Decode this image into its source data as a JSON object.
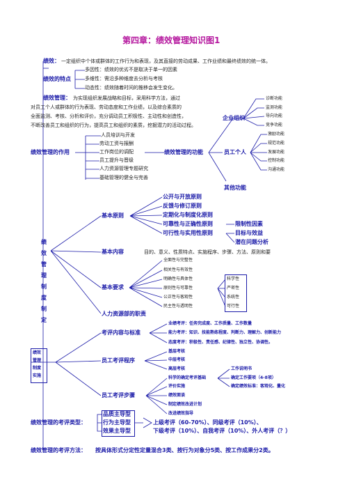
{
  "doc": {
    "title": "第四章：绩效管理知识图1",
    "definition": {
      "label": "绩效：",
      "text": "一定组织中个体或群体的工作行为和表现，及其直接的劳动成果、工作业绩和最终绩效的统一体。"
    },
    "features": {
      "label": "绩效的特点",
      "items": [
        "多因性：绩效的优劣不是取决于单一的因素",
        "多维性：需沿多种维度去分析与考核",
        "动态性：绩效随着时间的推移会发生变化。"
      ]
    },
    "management": {
      "label": "绩效管理：",
      "lines": [
        "为实现组织发展战略和目标，采用科学方法，通过",
        "对员工个人或群体的行为表现、劳动态度和工作业绩，以及综合素质的",
        "全面监测、考核、分析和评价，充分调动员工积极性、主动性和创造性，",
        "不断改善员工和组织的行为，提高员工和组织的素质，挖掘潜力的活动过程。"
      ]
    },
    "functions": {
      "enterprise_label": "企业组织",
      "enterprise_items": [
        "诊断功能",
        "监测功能",
        "导向功能",
        "竞争功能"
      ],
      "personal_label": "员工个人",
      "personal_items": [
        "激励功能",
        "规范功能",
        "发展功能",
        "控制功能",
        "沟通功能"
      ],
      "center": "绩效管理的功能",
      "other": "其他功能"
    },
    "roles": {
      "label": "绩效管理的作用",
      "items": [
        "人员培训与开发",
        "劳动工资与报酬",
        "工作岗位的调配",
        "员工提升与晋级",
        "人力资源管理专题研究",
        "基础管理的健全与完善"
      ]
    },
    "system": {
      "vertical": [
        "绩",
        "效",
        "管",
        "理",
        "制",
        "度",
        "制",
        "定"
      ],
      "principles_label": "基本原则",
      "principles": [
        "公开与开放原则",
        "反馈与修订原则",
        "定期化与制度化原则",
        "可靠性与正确性原则",
        "可行性与实用性原则"
      ],
      "principles_extra": [
        "限制性因素",
        "目标与效益",
        "潜在问题分析"
      ],
      "content_label": "基本内容",
      "content_text": "目的、意义、性质特点、实施程序、步骤、方法、原则和要",
      "req_label": "基本要求",
      "reqs": [
        "全面性与完整性",
        "相关性与有效性",
        "明确性与具体性",
        "原则性与可靠性",
        "公正性与客观性",
        "民主性与透明性"
      ],
      "reqs_extra": [
        "科学性",
        "严密性",
        "系统性",
        "可行性"
      ],
      "duty": "人力资源部的职责"
    },
    "implementation": {
      "box": [
        "绩效",
        "管理",
        "制度",
        "实施"
      ],
      "std_label": "考评内容与标准",
      "std": [
        "业绩考评：任务完成度、工作质量、工作数量",
        "能力考评：知识、技能熟练程度、判断力、理解力、创新能力",
        "态度考评：积极性、责任感、纪律性、独立性、协调性。"
      ],
      "proc_label": "员工考评程序",
      "proc": [
        "基层考核",
        "中层考核",
        "高层考核"
      ],
      "step_label": "员工考评步骤",
      "steps": [
        "科学的确定考评基础",
        "评价实施",
        "绩效面谈",
        "制定绩效改进计划",
        "改进绩效指导"
      ],
      "basis": [
        "工作说明书",
        "确定工作要项（4-8项）",
        "确定绩效标准：客观化、量化"
      ]
    },
    "types": {
      "label": "绩效管理的考评类型：",
      "items": [
        "品质主导型",
        "行为主导型",
        "效果主导型"
      ],
      "upper": "上级考评（60-70%）、同级考评（10%）、",
      "lower": "下级考评（10%）、自我考评（10%）、外人考评（？）"
    },
    "methods": {
      "label": "绩效管理的考评方法：",
      "text": "按具体形式分定性定量混合3类、按行为对象分5类、按工作成果分2类。"
    },
    "colors": {
      "title": "#b5179e",
      "primary": "#1a1aa8",
      "text": "#222222"
    }
  }
}
